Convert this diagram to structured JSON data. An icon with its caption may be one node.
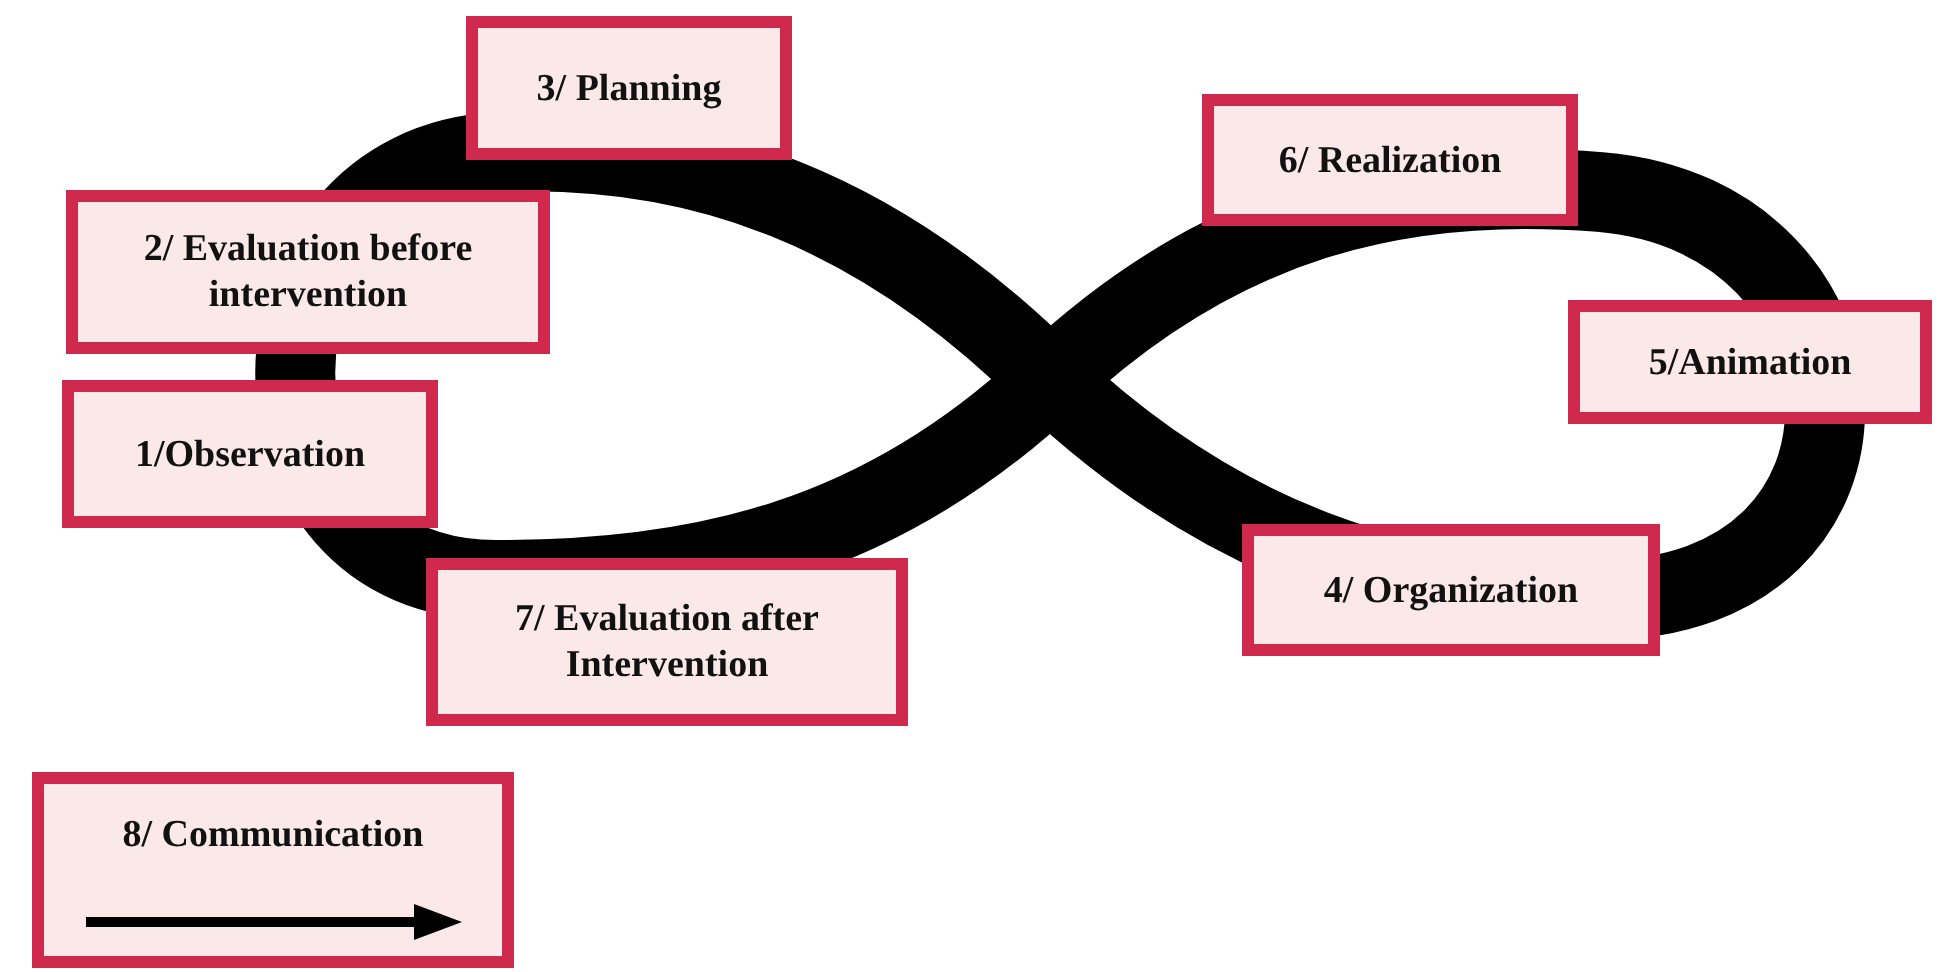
{
  "diagram": {
    "nodes": [
      {
        "text": [
          "3/ Planning"
        ]
      },
      {
        "text": [
          "6/ Realization"
        ]
      },
      {
        "text": [
          "2/ Evaluation before intervention"
        ]
      },
      {
        "text": [
          "5/Animation"
        ]
      },
      {
        "text": [
          "1/Observation"
        ]
      },
      {
        "text": [
          "4/ Organization"
        ]
      },
      {
        "text": [
          "7/ Evaluation after Intervention"
        ]
      },
      {
        "text": [
          "8/ Communication"
        ]
      }
    ],
    "edges": []
  }
}
